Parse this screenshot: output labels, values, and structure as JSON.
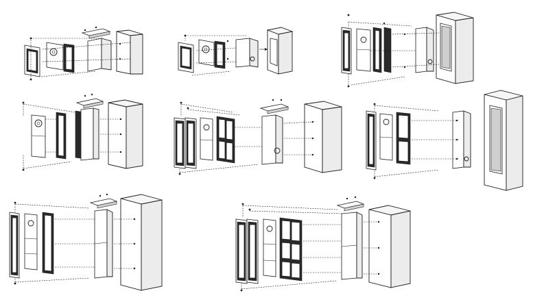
{
  "diagram": {
    "kind": "exploded-installation-views",
    "panels": [
      {
        "id": "a",
        "modules": 1,
        "wall": "recessed-box"
      },
      {
        "id": "b",
        "modules": 1,
        "wall": "recessed-box"
      },
      {
        "id": "c",
        "modules": 1,
        "wall": "tall-recess"
      },
      {
        "id": "d",
        "modules": 2,
        "wall": "tall-block"
      },
      {
        "id": "e",
        "modules": 4,
        "wall": "wide-block"
      },
      {
        "id": "f",
        "modules": 2,
        "wall": "tall-recess"
      },
      {
        "id": "g",
        "modules": 3,
        "wall": "tall-block"
      },
      {
        "id": "h",
        "modules": 6,
        "wall": "wide-block"
      }
    ]
  }
}
